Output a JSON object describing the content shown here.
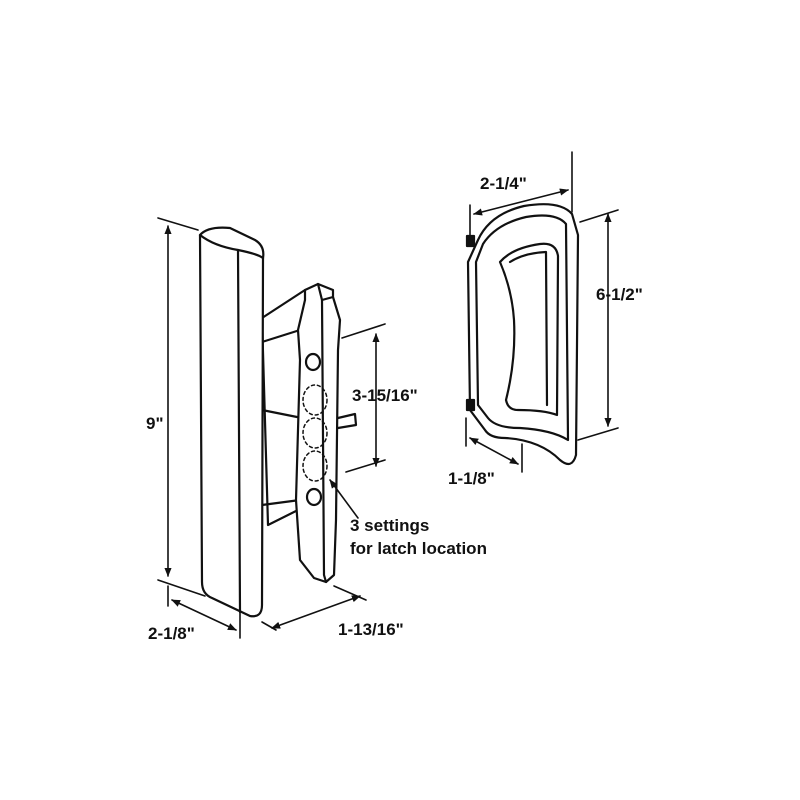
{
  "diagram": {
    "colors": {
      "ink": "#111111",
      "background": "#ffffff"
    },
    "outside_handle": {
      "height": "9\"",
      "depth": "2-1/8\"",
      "base_width": "1-13/16\"",
      "latch_span": "3-15/16\"",
      "note_line1": "3 settings",
      "note_line2": "for latch location"
    },
    "inside_pull": {
      "width": "2-1/4\"",
      "height": "6-1/2\"",
      "depth": "1-1/8\""
    }
  }
}
